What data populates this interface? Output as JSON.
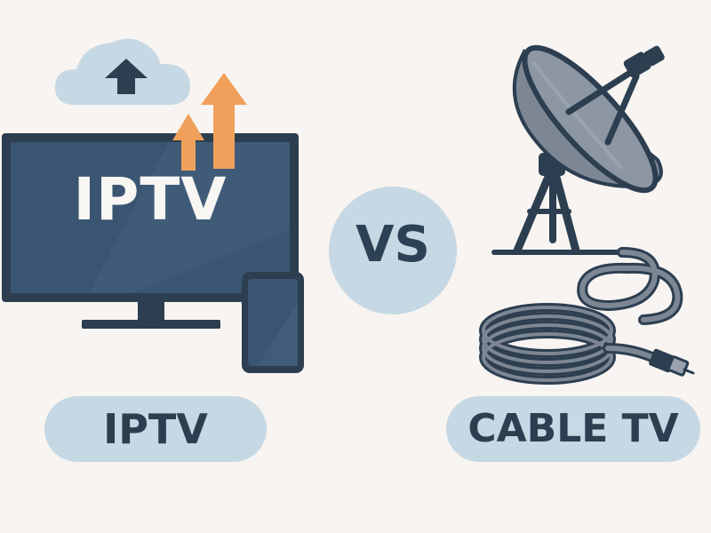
{
  "screen_label": "IPTV",
  "vs_label": "VS",
  "left_caption": "IPTV",
  "right_caption": "CABLE TV",
  "icons": {
    "tv": "television-icon",
    "cloud": "cloud-upload-icon",
    "arrows": "upload-arrows-icon",
    "phone": "smartphone-icon",
    "dish": "satellite-dish-icon",
    "cable": "coaxial-cable-icon"
  },
  "colors": {
    "background": "#f7f4f1",
    "navy": "#2c3e50",
    "screen": "#3a5572",
    "accent_orange": "#f0a05a",
    "light_blue": "#c6d8e3",
    "dish_gray": "#7d8794"
  }
}
